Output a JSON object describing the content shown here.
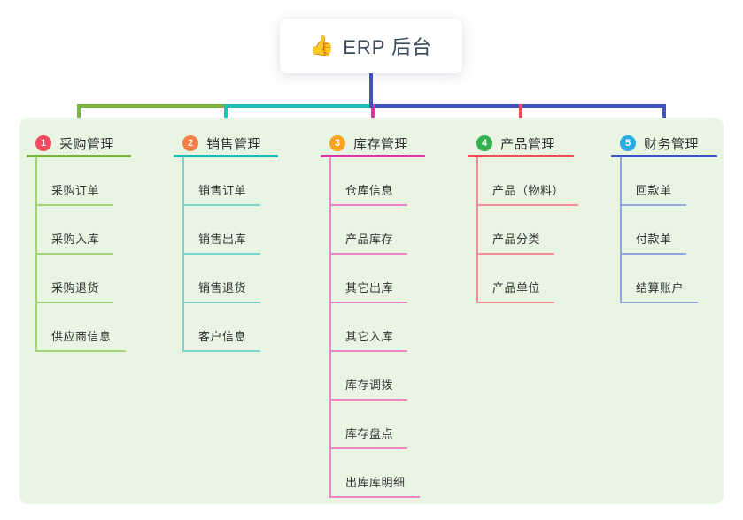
{
  "root": {
    "icon": "👍",
    "icon_name": "thumbs-up-icon",
    "label": "ERP 后台"
  },
  "connector_color": "#4154be",
  "panel_color": "#e8f5e3",
  "branches": [
    {
      "number": "1",
      "title": "采购管理",
      "badge_color": "#f5495e",
      "line_color": "#7cb342",
      "sub_line_color": "#a5d279",
      "items": [
        "采购订单",
        "采购入库",
        "采购退货",
        "供应商信息"
      ]
    },
    {
      "number": "2",
      "title": "销售管理",
      "badge_color": "#f57f45",
      "line_color": "#1ebfb4",
      "sub_line_color": "#79d6cf",
      "items": [
        "销售订单",
        "销售出库",
        "销售退货",
        "客户信息"
      ]
    },
    {
      "number": "3",
      "title": "库存管理",
      "badge_color": "#f8a41d",
      "line_color": "#d9369f",
      "sub_line_color": "#ea86c5",
      "items": [
        "仓库信息",
        "产品库存",
        "其它出库",
        "其它入库",
        "库存调拨",
        "库存盘点",
        "出库库明细"
      ]
    },
    {
      "number": "4",
      "title": "产品管理",
      "badge_color": "#33b14e",
      "line_color": "#f04a5a",
      "sub_line_color": "#f58e97",
      "items": [
        "产品（物料）",
        "产品分类",
        "产品单位"
      ]
    },
    {
      "number": "5",
      "title": "财务管理",
      "badge_color": "#29abe2",
      "line_color": "#4154be",
      "sub_line_color": "#93a6db",
      "items": [
        "回款单",
        "付款单",
        "结算账户"
      ]
    }
  ]
}
